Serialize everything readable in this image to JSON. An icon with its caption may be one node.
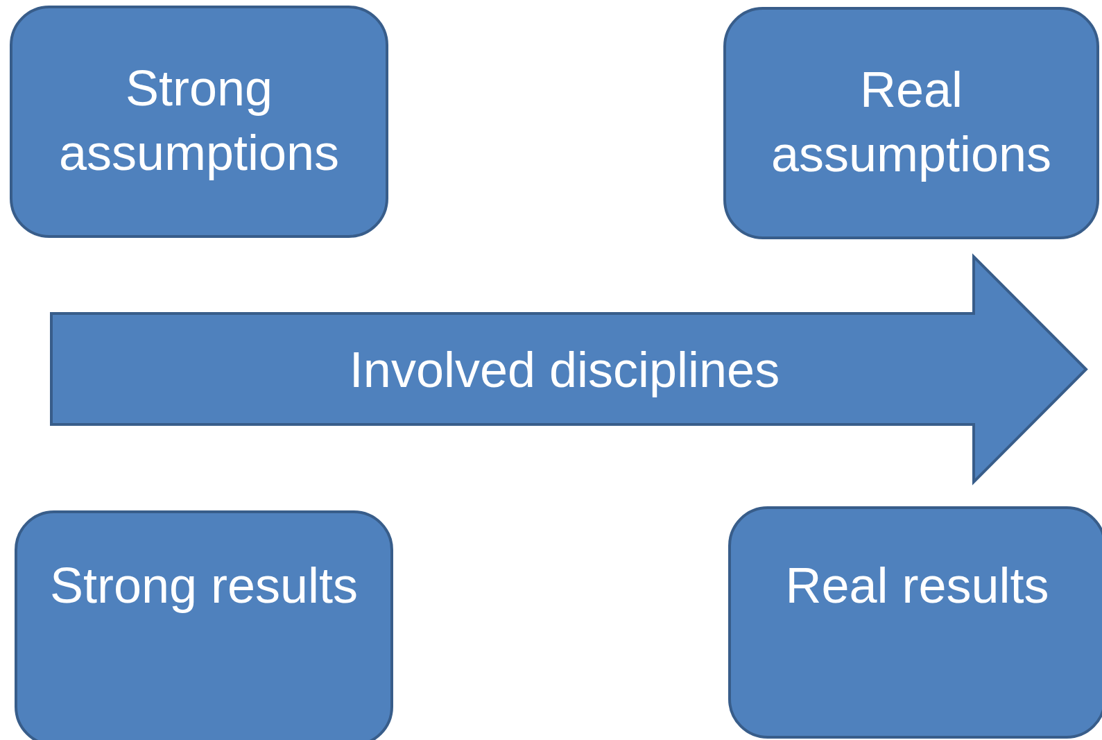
{
  "diagram": {
    "nodes": [
      {
        "text": [
          "Strong assumptions"
        ]
      },
      {
        "text": [
          "Real assumptions"
        ]
      },
      {
        "text": [
          "Involved disciplines"
        ]
      },
      {
        "text": [
          "Strong results"
        ]
      },
      {
        "text": [
          "Real results"
        ]
      }
    ]
  }
}
